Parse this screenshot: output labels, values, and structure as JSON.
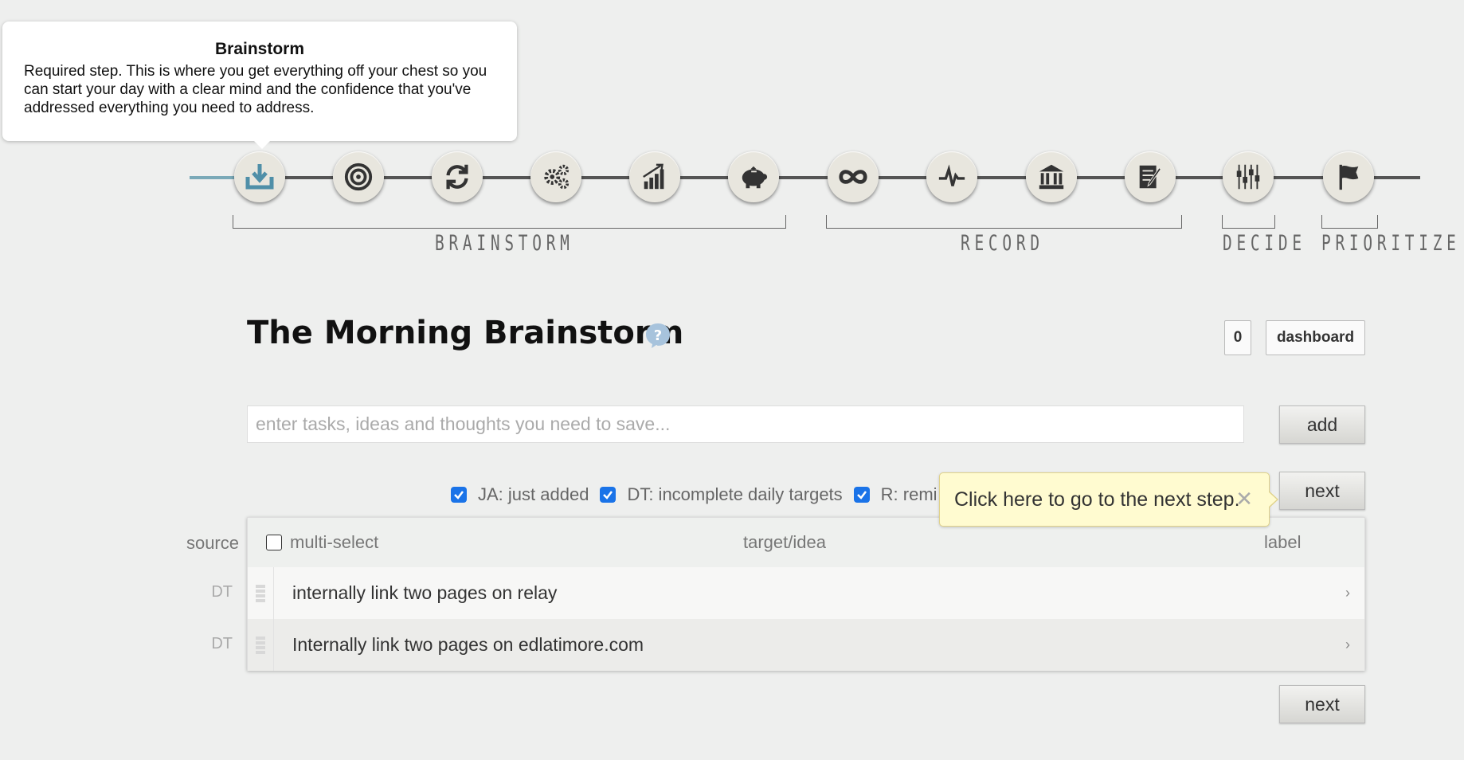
{
  "tooltip": {
    "title": "Brainstorm",
    "body": "Required step. This is where you get everything off your chest so you can start your day with a clear mind and the confidence that you've addressed everything you need to address."
  },
  "steps": [
    {
      "icon": "inbox-download-icon",
      "state": "active"
    },
    {
      "icon": "target-icon"
    },
    {
      "icon": "refresh-cycle-icon"
    },
    {
      "icon": "gears-icon"
    },
    {
      "icon": "bar-chart-icon"
    },
    {
      "icon": "piggy-bank-icon"
    },
    {
      "icon": "infinity-icon"
    },
    {
      "icon": "pulse-icon"
    },
    {
      "icon": "bank-icon"
    },
    {
      "icon": "notepad-icon"
    },
    {
      "icon": "sliders-icon"
    },
    {
      "icon": "flag-icon"
    }
  ],
  "groups": {
    "brainstorm": "BRAINSTORM",
    "record": "RECORD",
    "decide": "DECIDE",
    "prioritize": "PRIORITIZE"
  },
  "header": {
    "title": "The Morning Brainstorm",
    "count": "0",
    "dashboard": "dashboard"
  },
  "input": {
    "placeholder": "enter tasks, ideas and thoughts you need to save...",
    "value": ""
  },
  "buttons": {
    "add": "add",
    "next": "next"
  },
  "filters": [
    {
      "label": "JA: just added",
      "checked": true
    },
    {
      "label": "DT: incomplete daily targets",
      "checked": true
    },
    {
      "label": "R: reminders",
      "checked": true
    }
  ],
  "popup": {
    "text": "Click here to go to the next step."
  },
  "table": {
    "source_header": "source",
    "multi_select": "multi-select",
    "target_header": "target/idea",
    "label_header": "label",
    "rows": [
      {
        "source": "DT",
        "text": "internally link two pages on relay"
      },
      {
        "source": "DT",
        "text": "Internally link two pages on edlatimore.com"
      }
    ]
  },
  "colors": {
    "accent": "#6aa3b8",
    "popup_bg": "#fffbd0",
    "checkbox": "#1a73e8"
  }
}
